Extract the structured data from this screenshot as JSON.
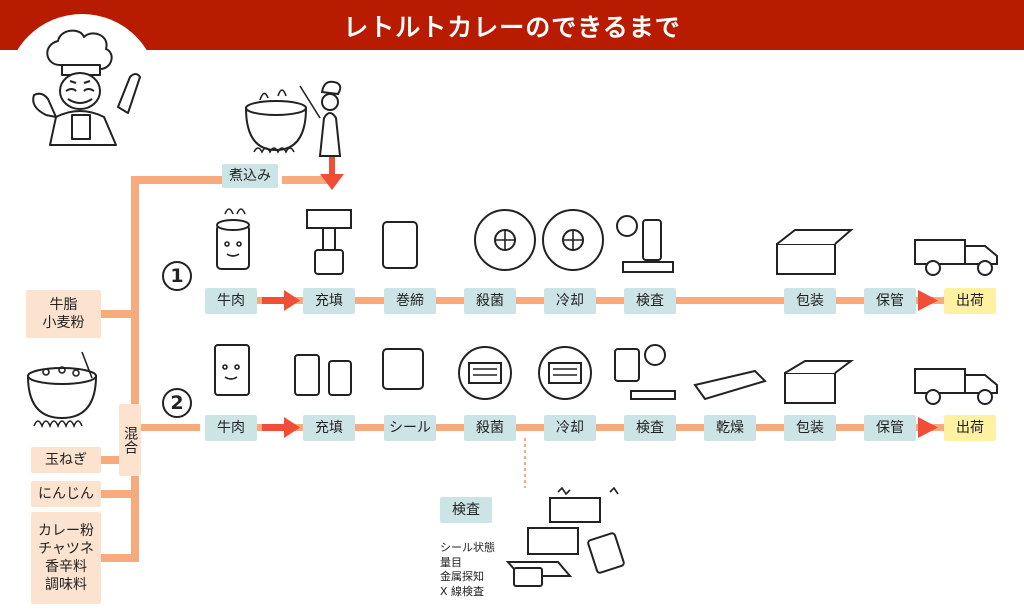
{
  "title": "レトルトカレーのできるまで",
  "simmer_label": "煮込み",
  "mix_label": "混合",
  "ingredients": {
    "tallow_flour": [
      "牛脂",
      "小麦粉"
    ],
    "onion": "玉ねぎ",
    "carrot": "にんじん",
    "spices": [
      "カレー粉",
      "チャツネ",
      "香辛料",
      "調味料"
    ]
  },
  "line1": {
    "number": "1",
    "steps": [
      "牛肉",
      "充填",
      "巻締",
      "殺菌",
      "冷却",
      "検査",
      "包装",
      "保管",
      "出荷"
    ]
  },
  "line2": {
    "number": "2",
    "steps": [
      "牛肉",
      "充填",
      "シール",
      "殺菌",
      "冷却",
      "検査",
      "乾燥",
      "包装",
      "保管",
      "出荷"
    ]
  },
  "inspection": {
    "label": "検査",
    "items": [
      "シール状態",
      "量目",
      "金属探知",
      "X 線検査"
    ]
  },
  "colors": {
    "header": "#b81c00",
    "connector": "#f7aa7b",
    "arrow": "#f04e36",
    "step_box": "#cde4e6",
    "ship_box": "#fff1a2",
    "ingredient_box": "#fbe3d0"
  }
}
